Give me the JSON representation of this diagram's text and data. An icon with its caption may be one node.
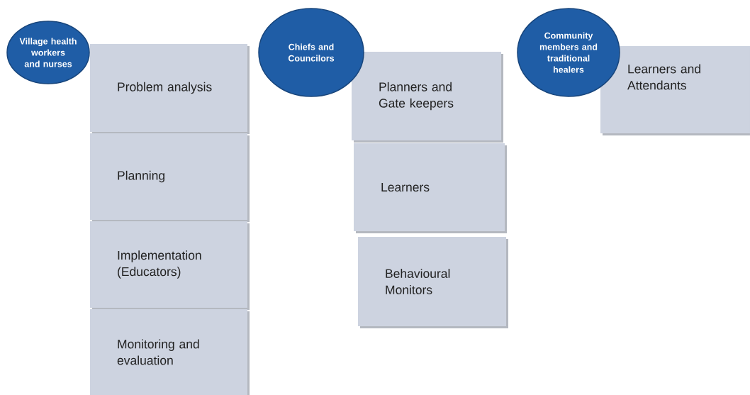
{
  "diagram": {
    "nodes": [
      {
        "text": [
          "Village health workers and nurses"
        ]
      },
      {
        "text": [
          "Problem analysis"
        ]
      },
      {
        "text": [
          "Planning"
        ]
      },
      {
        "text": [
          "Implementation (Educators)"
        ]
      },
      {
        "text": [
          "Monitoring and evaluation"
        ]
      },
      {
        "text": [
          "Chiefs and Councilors"
        ]
      },
      {
        "text": [
          "Planners  and Gate keepers"
        ]
      },
      {
        "text": [
          "Learners"
        ]
      },
      {
        "text": [
          "Behavioural Monitors"
        ]
      },
      {
        "text": [
          "Community members and traditional healers"
        ]
      },
      {
        "text": [
          "Learners and Attendants"
        ]
      }
    ]
  }
}
